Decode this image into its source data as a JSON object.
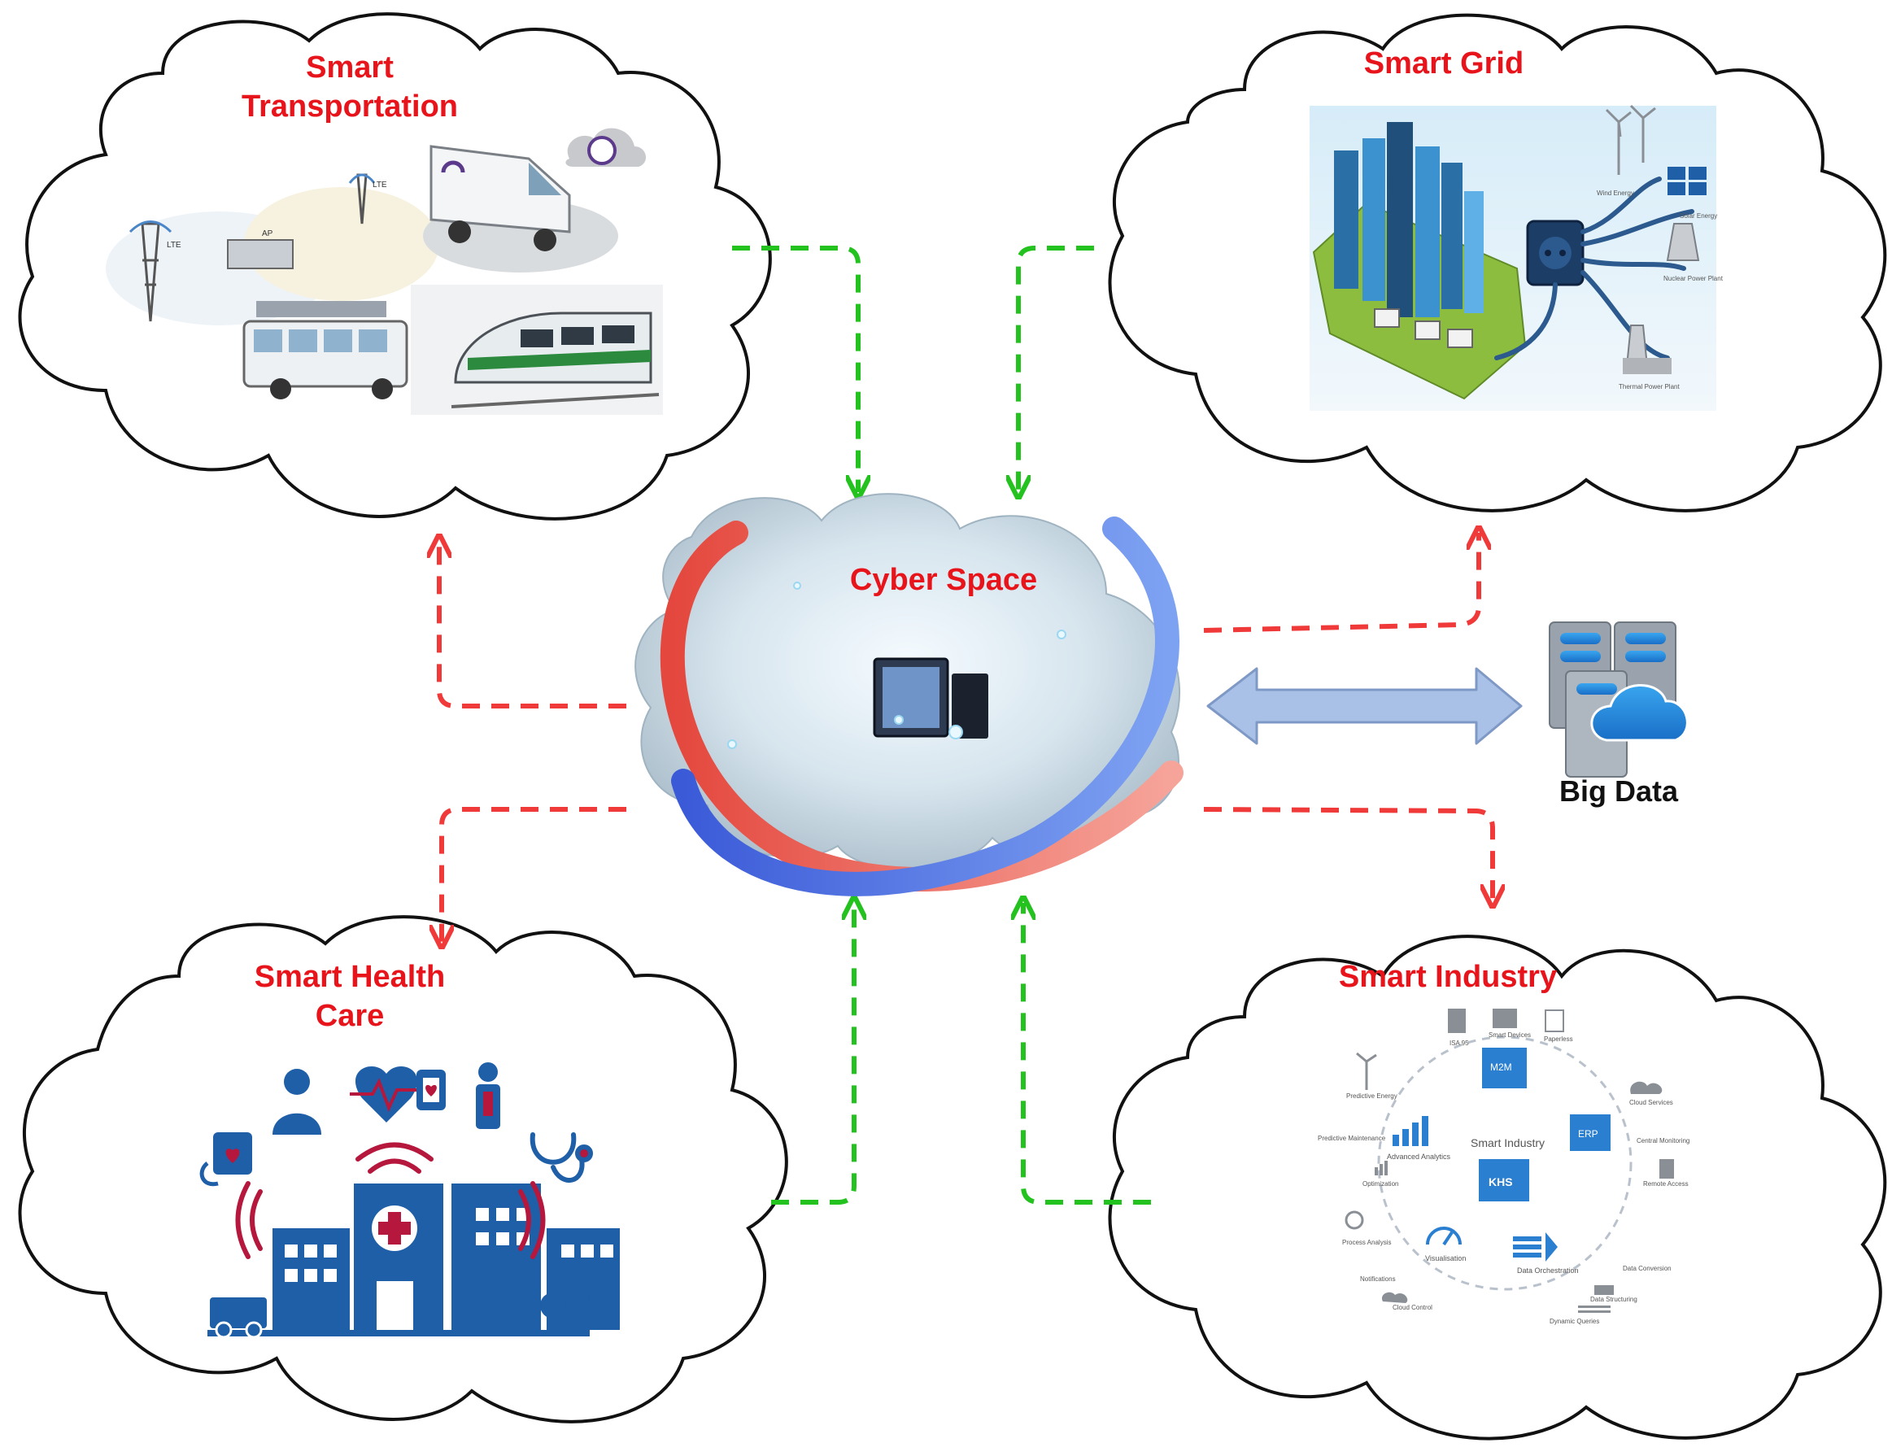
{
  "center": {
    "title": "Cyber Space"
  },
  "clouds": {
    "transportation": {
      "title_line1": "Smart",
      "title_line2": "Transportation"
    },
    "grid": {
      "title": "Smart Grid"
    },
    "health": {
      "title_line1": "Smart Health",
      "title_line2": "Care"
    },
    "industry": {
      "title": "Smart Industry",
      "hub_label": "Smart Industry",
      "items": {
        "isa95": "ISA 95",
        "smart_devices": "Smart Devices",
        "paperless": "Paperless",
        "cloud_services": "Cloud Services",
        "central_monitoring": "Central Monitoring",
        "remote_access": "Remote Access",
        "predictive_energy": "Predictive Energy",
        "predictive_maintenance": "Predictive Maintenance",
        "optimization": "Optimization",
        "advanced_analytics": "Advanced Analytics",
        "process_analysis": "Process Analysis",
        "notifications": "Notifications",
        "cloud_control": "Cloud Control",
        "visualisation": "Visualisation",
        "data_orchestration": "Data Orchestration",
        "data_conversion": "Data Conversion",
        "data_structuring": "Data Structuring",
        "dynamic_queries": "Dynamic Queries",
        "m2m": "M2M",
        "khs": "KHS",
        "erp": "ERP"
      }
    }
  },
  "grid_labels": {
    "wind_energy": "Wind Energy",
    "solar_energy": "Solar Energy",
    "nuclear_power_plant": "Nuclear Power Plant",
    "thermal_power_plant": "Thermal Power Plant"
  },
  "transport_labels": {
    "lte_1": "LTE",
    "lte_2": "LTE",
    "ap": "AP"
  },
  "big_data": {
    "label": "Big Data"
  },
  "colors": {
    "title_red": "#e8141b",
    "green_arrow": "#23c21e",
    "red_arrow": "#f03a3a",
    "blue_arrow": "#a9c1e6",
    "icon_blue": "#1f5fa8",
    "icon_red": "#b5173d"
  }
}
